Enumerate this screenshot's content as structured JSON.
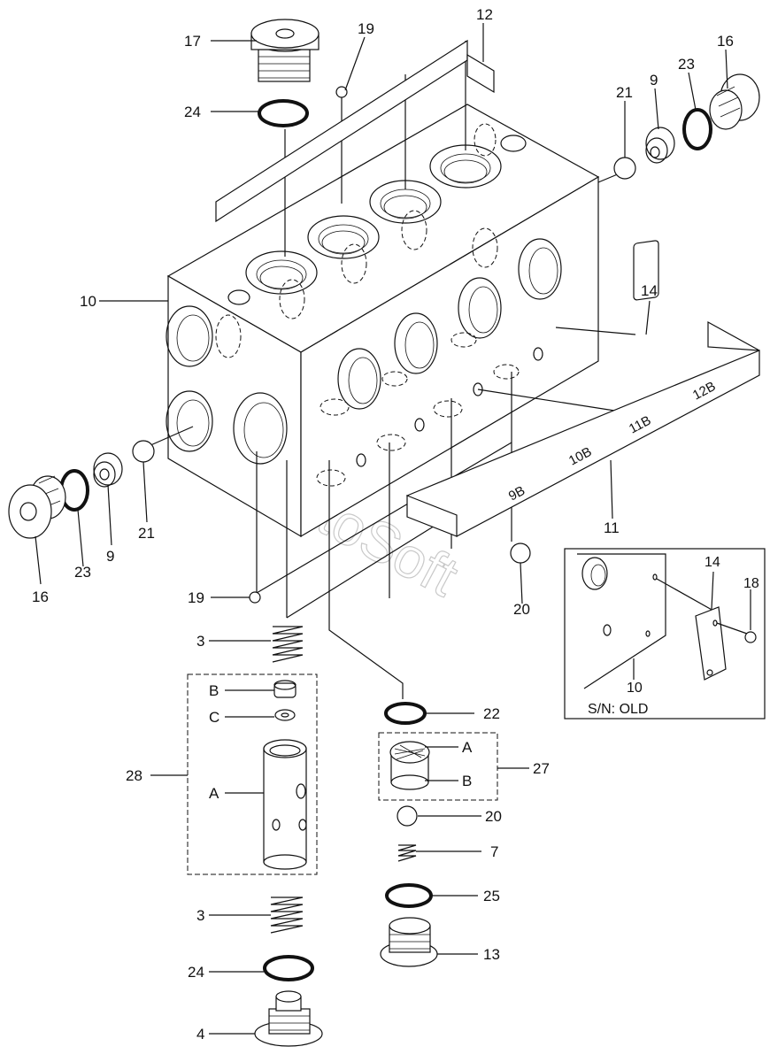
{
  "labels": {
    "l17": "17",
    "l19a": "19",
    "l12": "12",
    "l16a": "16",
    "l23a": "23",
    "l9a": "9",
    "l21a": "21",
    "l24a": "24",
    "l10": "10",
    "l14": "14",
    "l12b": "12B",
    "l11b": "11B",
    "l10b": "10B",
    "l9b": "9B",
    "l11": "11",
    "l16b": "16",
    "l23b": "23",
    "l9b2": "9",
    "l21b": "21",
    "l19b": "19",
    "l20a": "20",
    "l3a": "3",
    "lB1": "B",
    "lC": "C",
    "l28": "28",
    "lA1": "A",
    "l22": "22",
    "lA2": "A",
    "lB2": "B",
    "l27": "27",
    "l20b": "20",
    "l7": "7",
    "l3b": "3",
    "l25": "25",
    "l13": "13",
    "l24b": "24",
    "l4": "4"
  },
  "inset": {
    "l14": "14",
    "l18": "18",
    "l10": "10",
    "caption": "S/N: OLD"
  },
  "watermark": "AutoSoft"
}
